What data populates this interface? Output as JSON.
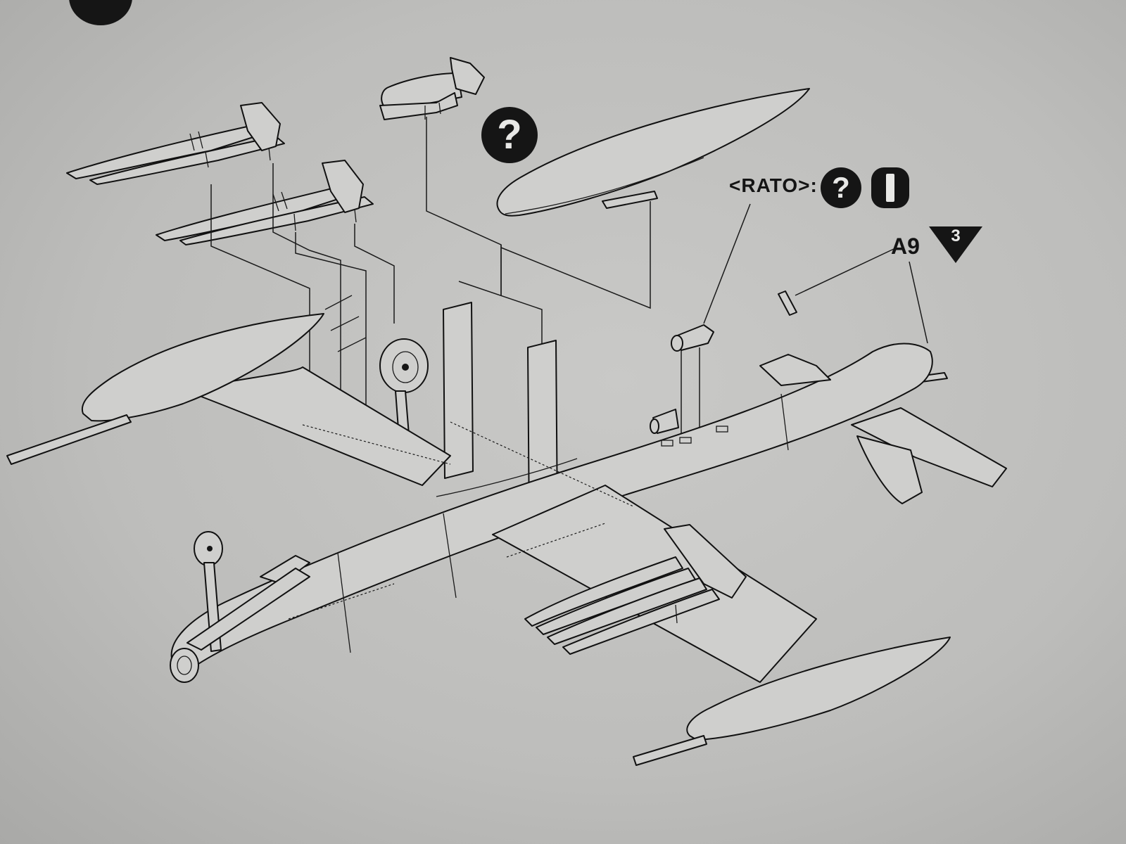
{
  "callouts": {
    "rato_label": "<RATO>:",
    "question_symbol": "?",
    "part_reference": "A9",
    "step_number": "3"
  },
  "colors": {
    "paper": "#c6c6c4",
    "ink": "#151515",
    "symbol_text": "#e8e8e6"
  },
  "icons": {
    "optional_part": "question-circle-icon",
    "rato_option": "option-i-icon",
    "step_marker": "step-triangle-icon",
    "page_badge": "step-number-badge-icon"
  }
}
